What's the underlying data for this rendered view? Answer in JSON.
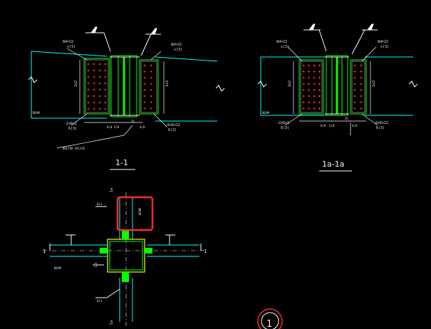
{
  "colors": {
    "background": "#000000",
    "beam": "#00ffff",
    "column": "#00ff00",
    "bolt": "#ff3030",
    "annotation": "#e8e8e8",
    "dimension": "#ffffff",
    "highlight": "#ff2a2a",
    "stiffener": "#ffff00"
  },
  "detail_11": {
    "title": "1-1",
    "top_left_label": "8d=22",
    "top_left_sub": "x(3)",
    "top_right_label": "8d=22",
    "top_right_sub": "x(3)",
    "bottom_left_label": "-2x6x1",
    "bottom_left_sub": "6(3)",
    "bottom_right_label": "-6x6x12",
    "bottom_right_sub": "6(3)",
    "left_depth": "2x2",
    "right_depth": "1x3",
    "left_beam_note": "BEAM",
    "bottom_note": "BOLTED SPLICE",
    "small_dims": [
      "6/0",
      "5/0",
      "4/0",
      "35"
    ]
  },
  "detail_1a": {
    "title": "1a-1a",
    "top_left_label": "8d=22",
    "top_left_sub": "x(3)",
    "top_right_label": "8d=22",
    "top_right_sub": "x(3)",
    "bottom_left_label": "-2x6x1",
    "bottom_left_sub": "6(3)",
    "bottom_right_label": "-6x6x12",
    "bottom_right_sub": "6(3)",
    "left_depth": "2x2",
    "right_depth": "1x3",
    "left_beam_note": "BEAM",
    "small_dims": [
      "6/0",
      "5/0",
      "4/0",
      "35"
    ]
  },
  "plan": {
    "section_left": "1",
    "section_right": "1",
    "section_top": "1a",
    "section_bottom": "1a",
    "label_top_left": "GL1",
    "label_top_side": "BEAM",
    "label_bottom_left": "GL1",
    "label_left_beam": "BEAM",
    "label_column_side": "1/3",
    "callout": "1"
  }
}
